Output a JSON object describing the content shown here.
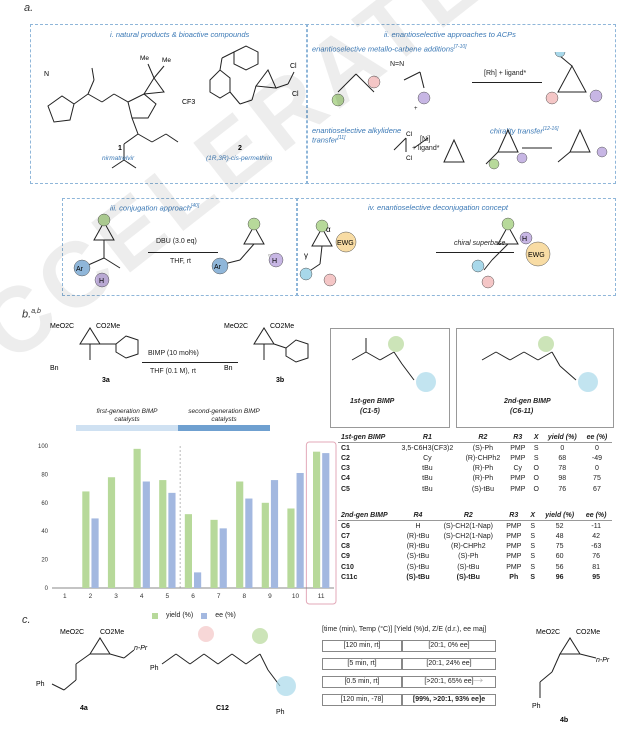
{
  "panel_labels": {
    "a": "a.",
    "b": "b.",
    "b_sup": "a,b",
    "c": "c."
  },
  "section_a": {
    "box1_title": "i. natural products & bioactive compounds",
    "box2_title": "ii. enantioselective approaches to ACPs",
    "metallo": "enantioselective metallo-carbene additions",
    "metallo_ref": "[7-10]",
    "rh_reagent": "[Rh] + ligand*",
    "alkylidene": "enantioselective alkylidene",
    "transfer": "transfer",
    "transfer_ref": "[11]",
    "ni_reagent": "[Ni]",
    "ni_ligand": "+ ligand*",
    "chirality": "chirality transfer",
    "chirality_ref": "[12-16]",
    "box3_title": "iii. conjugation approach",
    "box3_ref": "[40]",
    "box4_title": "iv. enantioselective deconjugation concept",
    "dbu": "DBU (3.0 eq)",
    "thf_rt": "THF, rt",
    "chiral_superbase": "chiral superbase",
    "ewg": "EWG",
    "alpha": "α",
    "gamma": "γ",
    "ar": "Ar",
    "h": "H",
    "cpd1_num": "1",
    "cpd1_name": "nirmatrelvir",
    "cpd2_num": "2",
    "cpd2_name": "(1R,3R)-cis-permethrin",
    "cf3": "CF3",
    "me": "Me",
    "cl": "Cl",
    "n": "N"
  },
  "section_b": {
    "reagent": "BIMP (10 mol%)",
    "solvent": "THF (0.1 M), rt",
    "sm_label": "3a",
    "prod_label": "3b",
    "co2me": "CO2Me",
    "meo2c": "MeO2C",
    "bn": "Bn",
    "first_gen_label": "first-generation BIMP catalysts",
    "second_gen_label": "second-generation BIMP catalysts",
    "cat1_title": "1st-gen BIMP",
    "cat1_range": "(C1-5)",
    "cat2_title": "2nd-gen BIMP",
    "cat2_range": "(C6-11)",
    "legend_yield": "yield (%)",
    "legend_ee": "ee (%)",
    "table1": {
      "headers": [
        "1st-gen BIMP",
        "R1",
        "R2",
        "R3",
        "X",
        "yield (%)",
        "ee (%)"
      ],
      "rows": [
        [
          "C1",
          "3,5-C6H3(CF3)2",
          "(S)-Ph",
          "PMP",
          "S",
          "0",
          "0"
        ],
        [
          "C2",
          "Cy",
          "(R)-CHPh2",
          "PMP",
          "S",
          "68",
          "-49"
        ],
        [
          "C3",
          "tBu",
          "(R)-Ph",
          "Cy",
          "O",
          "78",
          "0"
        ],
        [
          "C4",
          "tBu",
          "(R)-Ph",
          "PMP",
          "O",
          "98",
          "75"
        ],
        [
          "C5",
          "tBu",
          "(S)-tBu",
          "PMP",
          "O",
          "76",
          "67"
        ]
      ]
    },
    "table2": {
      "headers": [
        "2nd-gen BIMP",
        "R4",
        "R2",
        "R3",
        "X",
        "yield (%)",
        "ee (%)"
      ],
      "rows": [
        [
          "C6",
          "H",
          "(S)-CH2(1-Nap)",
          "PMP",
          "S",
          "52",
          "-11"
        ],
        [
          "C7",
          "(R)-tBu",
          "(S)-CH2(1-Nap)",
          "PMP",
          "S",
          "48",
          "42"
        ],
        [
          "C8",
          "(R)-tBu",
          "(R)-CHPh2",
          "PMP",
          "S",
          "75",
          "-63"
        ],
        [
          "C9",
          "(S)-tBu",
          "(S)-Ph",
          "PMP",
          "S",
          "60",
          "76"
        ],
        [
          "C10",
          "(S)-tBu",
          "(S)-tBu",
          "PMP",
          "S",
          "56",
          "81"
        ],
        [
          "C11c",
          "(S)-tBu",
          "(S)-tBu",
          "Ph",
          "S",
          "96",
          "95"
        ]
      ]
    }
  },
  "section_c": {
    "sm_label": "4a",
    "cat_label": "C12",
    "prod_label": "4b",
    "npr": "n-Pr",
    "ph": "Ph",
    "cond_header": "[time (min), Temp (°C)] [Yield (%)d, Z/E (d.r.), ee maj]",
    "conditions": [
      [
        "[120 min, rt]",
        "[20:1, 0% ee]"
      ],
      [
        "[5 min, rt]",
        "[20:1, 24% ee]"
      ],
      [
        "[0.5 min, rt]",
        "[>20:1, 65% ee]"
      ],
      [
        "[120 min, -78]",
        "[99%, >20:1, 93% ee]e"
      ]
    ]
  },
  "watermark": "CCELERATED ARTICLE PREVIEW",
  "chart_data": {
    "type": "bar",
    "categories": [
      "1",
      "2",
      "3",
      "4",
      "5",
      "6",
      "7",
      "8",
      "9",
      "10",
      "11"
    ],
    "series": [
      {
        "name": "yield (%)",
        "values": [
          0,
          68,
          78,
          98,
          76,
          52,
          48,
          75,
          60,
          56,
          96
        ]
      },
      {
        "name": "ee (%)",
        "values": [
          0,
          49,
          0,
          75,
          67,
          11,
          42,
          63,
          76,
          81,
          95
        ]
      }
    ],
    "ylim": [
      0,
      100
    ],
    "yticks": [
      0,
      20,
      40,
      60,
      80,
      100
    ],
    "colors": {
      "yield (%)": "#b7d99a",
      "ee (%)": "#a3b8e0"
    }
  }
}
